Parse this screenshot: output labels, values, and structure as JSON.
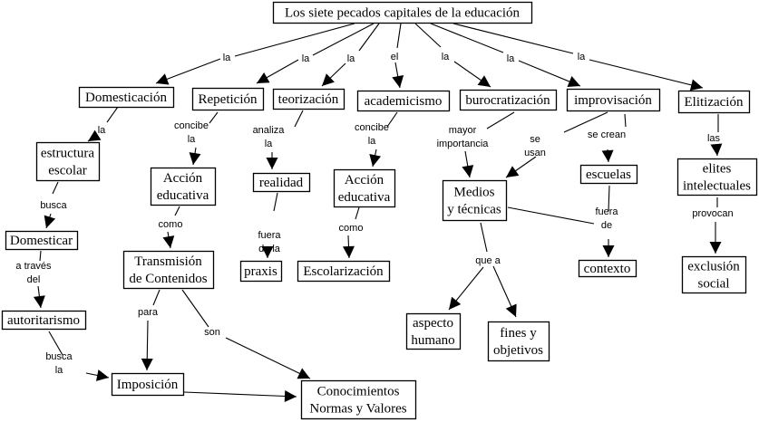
{
  "title": "Los siete pecados capitales de la educación",
  "nodes": [
    {
      "id": "root",
      "lines": [
        "Los siete pecados capitales de la educación"
      ]
    },
    {
      "id": "domesticacion",
      "lines": [
        "Domesticación"
      ]
    },
    {
      "id": "repeticion",
      "lines": [
        "Repetición"
      ]
    },
    {
      "id": "teorizacion",
      "lines": [
        "teorización"
      ]
    },
    {
      "id": "academicismo",
      "lines": [
        "academicismo"
      ]
    },
    {
      "id": "burocratizacion",
      "lines": [
        "burocratización"
      ]
    },
    {
      "id": "improvisacion",
      "lines": [
        "improvisación"
      ]
    },
    {
      "id": "elitizacion",
      "lines": [
        "Elitización"
      ]
    },
    {
      "id": "estructura",
      "lines": [
        "estructura",
        "escolar"
      ]
    },
    {
      "id": "domesticar",
      "lines": [
        "Domesticar"
      ]
    },
    {
      "id": "autoritarismo",
      "lines": [
        "autoritarismo"
      ]
    },
    {
      "id": "accion1",
      "lines": [
        "Acción",
        "educativa"
      ]
    },
    {
      "id": "transmision",
      "lines": [
        "Transmisión",
        "de Contenidos"
      ]
    },
    {
      "id": "imposicion",
      "lines": [
        "Imposición"
      ]
    },
    {
      "id": "conocimientos",
      "lines": [
        "Conocimientos",
        "Normas y Valores"
      ]
    },
    {
      "id": "realidad",
      "lines": [
        "realidad"
      ]
    },
    {
      "id": "praxis",
      "lines": [
        "praxis"
      ]
    },
    {
      "id": "accion2",
      "lines": [
        "Acción",
        "educativa"
      ]
    },
    {
      "id": "escolarizacion",
      "lines": [
        "Escolarización"
      ]
    },
    {
      "id": "medios",
      "lines": [
        "Medios",
        "y técnicas"
      ]
    },
    {
      "id": "aspecto",
      "lines": [
        "aspecto",
        "humano"
      ]
    },
    {
      "id": "fines",
      "lines": [
        "fines y",
        "objetivos"
      ]
    },
    {
      "id": "escuelas",
      "lines": [
        "escuelas"
      ]
    },
    {
      "id": "contexto",
      "lines": [
        "contexto"
      ]
    },
    {
      "id": "elites",
      "lines": [
        "elites",
        "intelectuales"
      ]
    },
    {
      "id": "exclusion",
      "lines": [
        "exclusión",
        "social"
      ]
    }
  ],
  "links": [
    {
      "from": "root",
      "to": "domesticacion",
      "label": [
        "la"
      ]
    },
    {
      "from": "root",
      "to": "repeticion",
      "label": [
        "la"
      ]
    },
    {
      "from": "root",
      "to": "teorizacion",
      "label": [
        "la"
      ]
    },
    {
      "from": "root",
      "to": "academicismo",
      "label": [
        "el"
      ]
    },
    {
      "from": "root",
      "to": "burocratizacion",
      "label": [
        "la"
      ]
    },
    {
      "from": "root",
      "to": "improvisacion",
      "label": [
        "la"
      ]
    },
    {
      "from": "root",
      "to": "elitizacion",
      "label": [
        "la"
      ]
    },
    {
      "from": "domesticacion",
      "to": "estructura",
      "label": [
        "la"
      ]
    },
    {
      "from": "estructura",
      "to": "domesticar",
      "label": [
        "busca"
      ]
    },
    {
      "from": "domesticar",
      "to": "autoritarismo",
      "label": [
        "a través",
        "del"
      ]
    },
    {
      "from": "autoritarismo",
      "to": "imposicion",
      "label": [
        "busca",
        "la"
      ]
    },
    {
      "from": "repeticion",
      "to": "accion1",
      "label": [
        "concibe",
        "la"
      ]
    },
    {
      "from": "accion1",
      "to": "transmision",
      "label": [
        "como"
      ]
    },
    {
      "from": "transmision",
      "to": "imposicion",
      "label": [
        "para"
      ]
    },
    {
      "from": "transmision",
      "to": "conocimientos",
      "label": [
        "son"
      ]
    },
    {
      "from": "imposicion",
      "to": "conocimientos",
      "label": []
    },
    {
      "from": "teorizacion",
      "to": "realidad",
      "label": [
        "analiza",
        "la"
      ]
    },
    {
      "from": "realidad",
      "to": "praxis",
      "label": [
        "fuera",
        "de la"
      ]
    },
    {
      "from": "academicismo",
      "to": "accion2",
      "label": [
        "concibe",
        "la"
      ]
    },
    {
      "from": "accion2",
      "to": "escolarizacion",
      "label": [
        "como"
      ]
    },
    {
      "from": "burocratizacion",
      "to": "medios",
      "label": [
        "mayor",
        "importancia"
      ]
    },
    {
      "from": "improvisacion",
      "to": "medios",
      "label": [
        "se",
        "usan"
      ]
    },
    {
      "from": "improvisacion",
      "to": "escuelas",
      "label": [
        "se crean"
      ]
    },
    {
      "from": "medios",
      "to": "aspecto",
      "label": [
        "que a"
      ]
    },
    {
      "from": "medios",
      "to": "fines",
      "label": []
    },
    {
      "from": "escuelas",
      "to": "contexto",
      "label": [
        "fuera",
        "de"
      ]
    },
    {
      "from": "medios",
      "to": "contexto",
      "label": []
    },
    {
      "from": "elitizacion",
      "to": "elites",
      "label": [
        "las"
      ]
    },
    {
      "from": "elites",
      "to": "exclusion",
      "label": [
        "provocan"
      ]
    }
  ]
}
